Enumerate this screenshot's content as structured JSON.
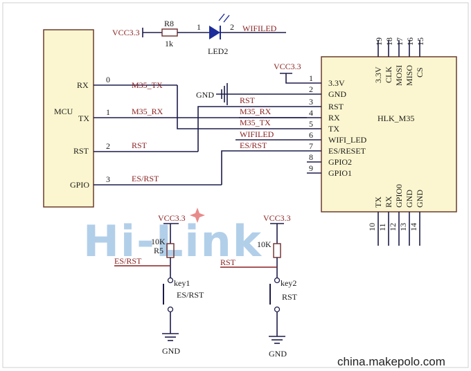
{
  "mcu": {
    "name": "MCU",
    "pins": [
      {
        "label": "RX",
        "num": "0",
        "net": "M35_TX"
      },
      {
        "label": "TX",
        "num": "1",
        "net": "M35_RX"
      },
      {
        "label": "RST",
        "num": "2",
        "net": "RST"
      },
      {
        "label": "GPIO",
        "num": "3",
        "net": "ES/RST"
      }
    ]
  },
  "top": {
    "vcc": "VCC3.3",
    "r8": {
      "ref": "R8",
      "value": "1k"
    },
    "led": {
      "ref": "LED2",
      "pin1": "1",
      "pin2": "2"
    },
    "net": "WIFILED"
  },
  "hlk": {
    "name": "HLK_M35",
    "vcc": "VCC3.3",
    "gnd": "GND",
    "nets": [
      "RST",
      "M35_RX",
      "M35_TX",
      "WIFILED",
      "ES/RST"
    ],
    "left": [
      {
        "num": "1",
        "label": "3.3V"
      },
      {
        "num": "2",
        "label": "GND"
      },
      {
        "num": "3",
        "label": "RST"
      },
      {
        "num": "4",
        "label": "RX"
      },
      {
        "num": "5",
        "label": "TX"
      },
      {
        "num": "6",
        "label": "WIFI_LED"
      },
      {
        "num": "7",
        "label": "ES/RESET"
      },
      {
        "num": "8",
        "label": "GPIO2"
      },
      {
        "num": "9",
        "label": "GPIO1"
      }
    ],
    "top": [
      {
        "num": "19",
        "label": "3.3V"
      },
      {
        "num": "18",
        "label": "CLK"
      },
      {
        "num": "17",
        "label": "MOSI"
      },
      {
        "num": "16",
        "label": "MISO"
      },
      {
        "num": "15",
        "label": "CS"
      }
    ],
    "bottom": [
      {
        "num": "10",
        "label": "TX"
      },
      {
        "num": "11",
        "label": "RX"
      },
      {
        "num": "12",
        "label": "GPIO0"
      },
      {
        "num": "13",
        "label": "GND"
      },
      {
        "num": "14",
        "label": "GND"
      }
    ]
  },
  "key1": {
    "vcc": "VCC3.3",
    "r_value": "10K",
    "r_ref": "R5",
    "net": "ES/RST",
    "ref": "key1",
    "name": "ES/RST",
    "gnd": "GND"
  },
  "key2": {
    "vcc": "VCC3.3",
    "r_value": "10K",
    "net": "RST",
    "ref": "key2",
    "name": "RST",
    "gnd": "GND"
  },
  "watermark": {
    "logo": "Hi-Link",
    "site": "china.makepolo.com"
  }
}
